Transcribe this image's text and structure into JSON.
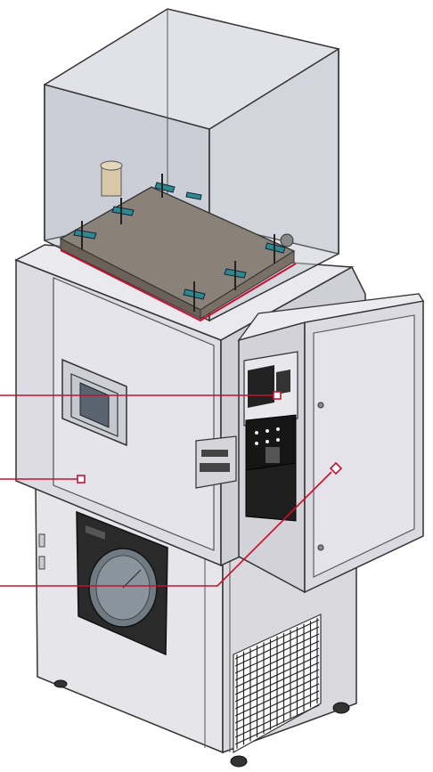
{
  "figure": {
    "subject": "environmental-test-chamber",
    "accent_color": "#c8102e",
    "callouts": [
      {
        "id": "control-display",
        "marker": "square"
      },
      {
        "id": "chamber-door",
        "marker": "square"
      },
      {
        "id": "electrical-cabinet-door",
        "marker": "diamond"
      }
    ]
  }
}
